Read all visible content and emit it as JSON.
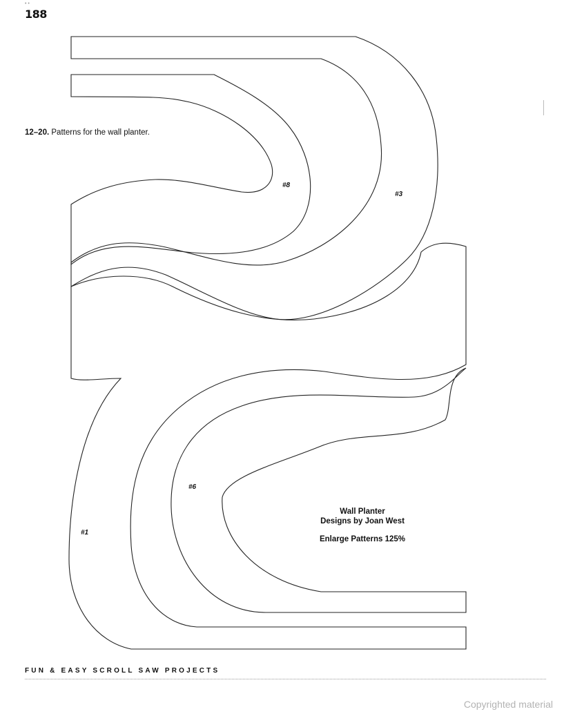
{
  "page": {
    "number": "188",
    "scan_marks": "• •"
  },
  "caption": {
    "figure": "12–20.",
    "text": "Patterns for the wall planter."
  },
  "pattern_labels": {
    "p8": "#8",
    "p3": "#3",
    "p6": "#6",
    "p1": "#1"
  },
  "title_block": {
    "line1": "Wall Planter",
    "line2": "Designs by Joan West",
    "line3": "Enlarge Patterns 125%"
  },
  "footer": {
    "running_head": "FUN & EASY SCROLL SAW PROJECTS"
  },
  "watermark": {
    "text": "Copyrighted material"
  }
}
